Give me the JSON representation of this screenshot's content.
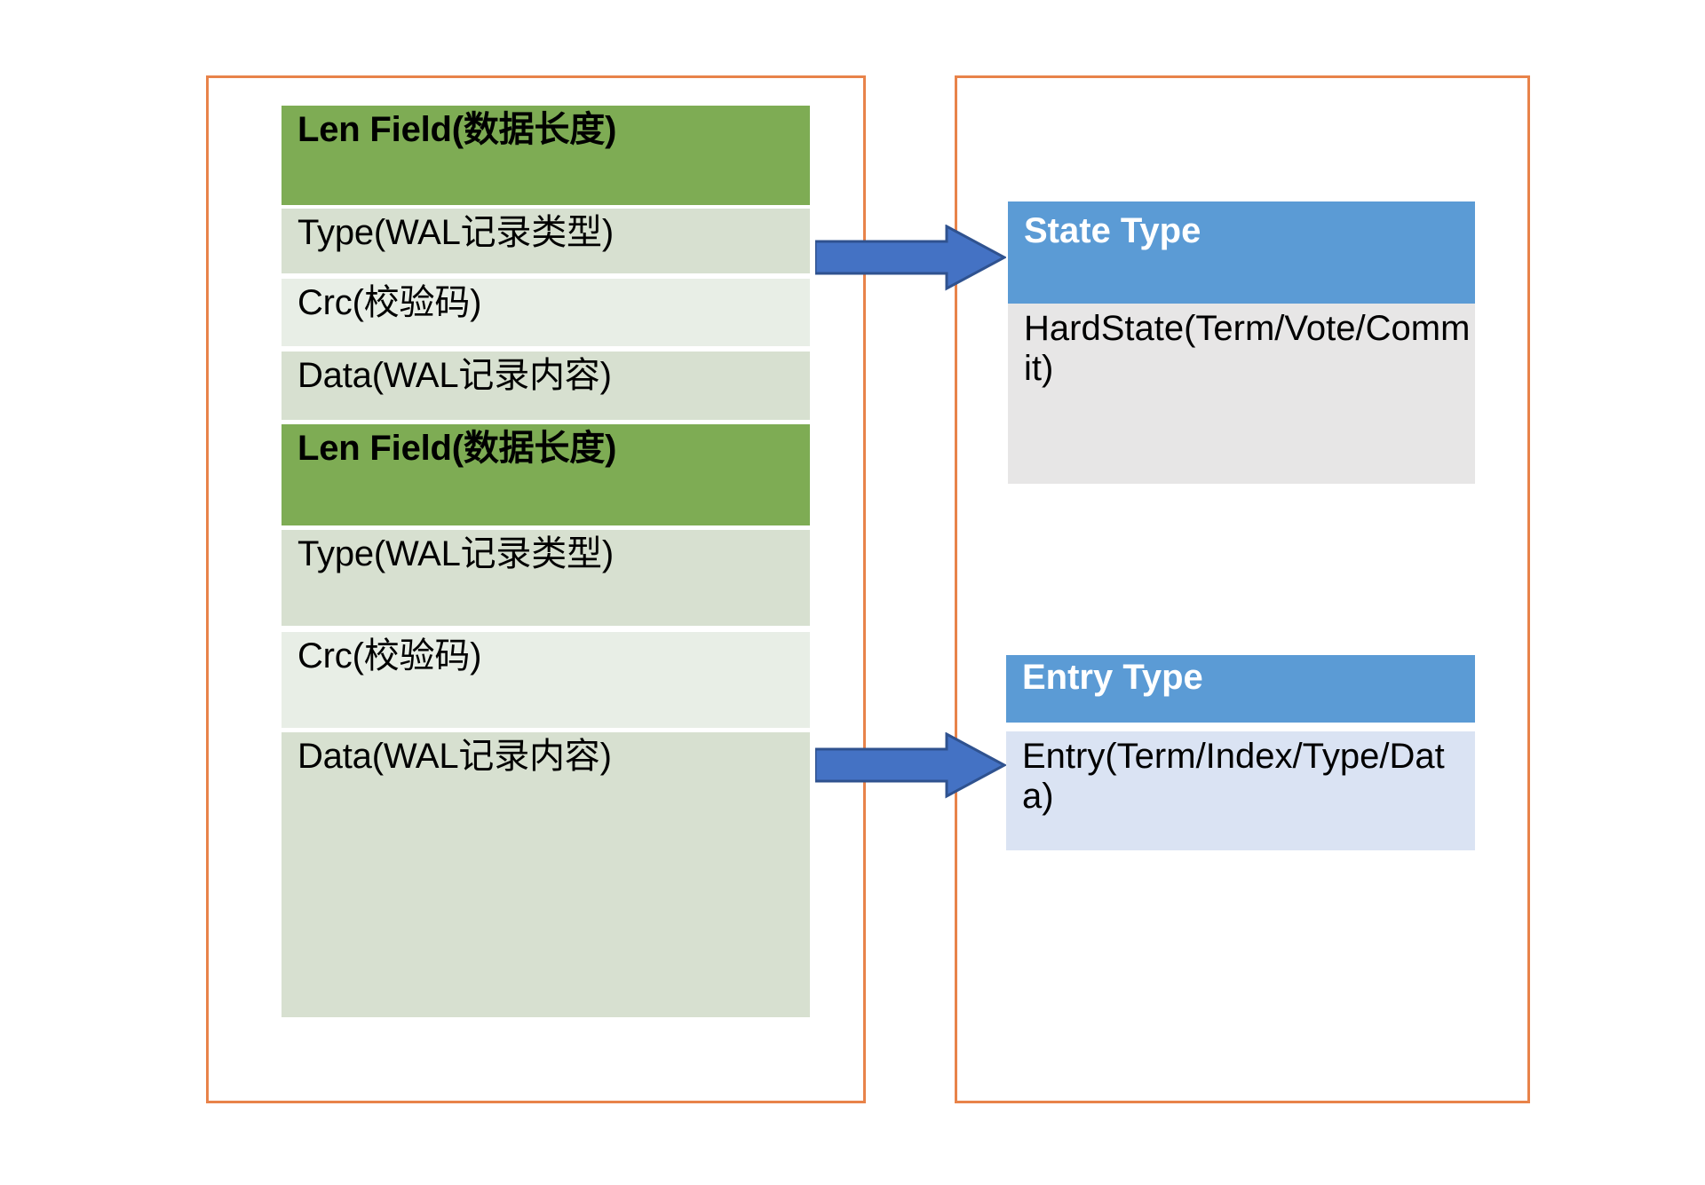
{
  "diagram": {
    "title": "WAL record layout mapped to raft state and entry types",
    "colors": {
      "panel_border": "#E8834A",
      "header_green": "#7EAC54",
      "row_green_light": "#D7E0D0",
      "row_green_lighter": "#E8EEE6",
      "card_header_blue": "#5B9BD5",
      "card_body_gray": "#E7E6E6",
      "card_body_blue": "#DAE3F3",
      "arrow_fill": "#4472C4",
      "arrow_stroke": "#2F528F"
    }
  },
  "left_panel": {
    "records": [
      {
        "rows": [
          {
            "label": "Len Field(数据长度)",
            "style": "header"
          },
          {
            "label": "Type(WAL记录类型)",
            "style": "body-a"
          },
          {
            "label": "Crc(校验码)",
            "style": "body-b"
          },
          {
            "label": "Data(WAL记录内容)",
            "style": "body-a"
          }
        ]
      },
      {
        "rows": [
          {
            "label": "Len Field(数据长度)",
            "style": "header"
          },
          {
            "label": "Type(WAL记录类型)",
            "style": "body-a"
          },
          {
            "label": "Crc(校验码)",
            "style": "body-b"
          },
          {
            "label": "Data(WAL记录内容)",
            "style": "body-a"
          }
        ]
      }
    ]
  },
  "right_panel": {
    "cards": [
      {
        "title": "State Type",
        "body": "HardState(Term/Vote/Commit)"
      },
      {
        "title": "Entry Type",
        "body": "Entry(Term/Index/Type/Data)"
      }
    ]
  },
  "connectors": [
    {
      "name": "arrow-to-state-type"
    },
    {
      "name": "arrow-to-entry-type"
    }
  ]
}
